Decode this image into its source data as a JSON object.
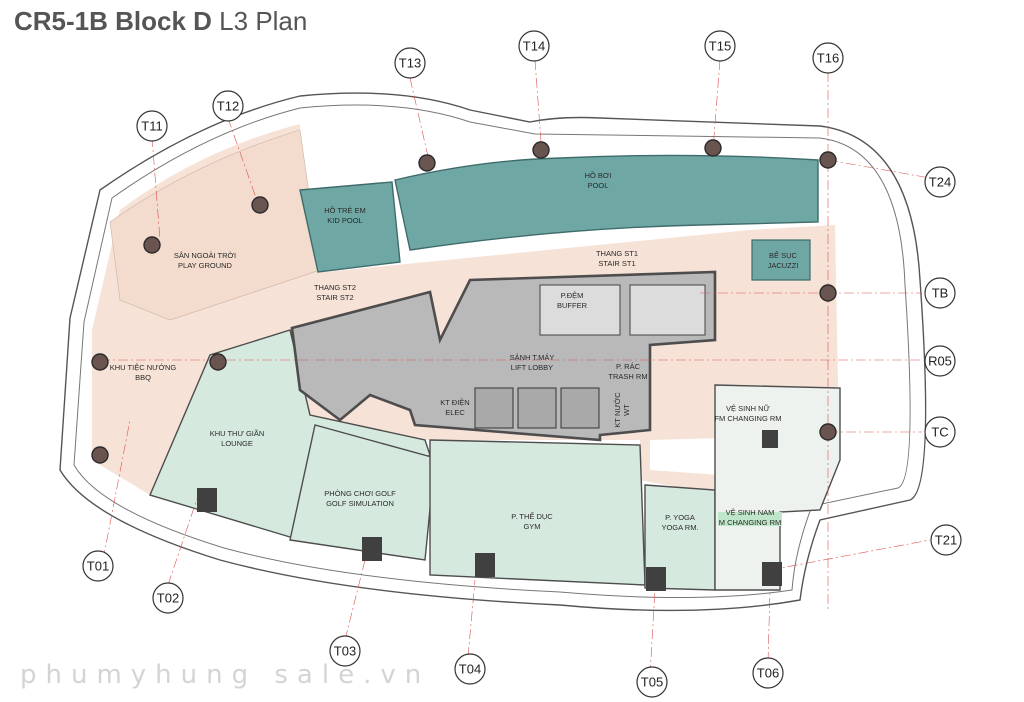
{
  "title": {
    "bold": "CR5-1B Block D",
    "rest": "L3 Plan"
  },
  "watermark": "phumyhung sale.vn",
  "grid_labels": [
    "T01",
    "T02",
    "T03",
    "T04",
    "T05",
    "T06",
    "T11",
    "T12",
    "T13",
    "T14",
    "T15",
    "T16",
    "T24",
    "TB",
    "R05",
    "TC",
    "T21"
  ],
  "rooms": {
    "kid_pool": [
      "HỒ TRẺ EM",
      "KID POOL"
    ],
    "pool": [
      "HỒ BƠI",
      "POOL"
    ],
    "playground": [
      "SÂN NGOÀI TRỜI",
      "PLAY GROUND"
    ],
    "stair_st2": [
      "THANG ST2",
      "STAIR ST2"
    ],
    "stair_st1": [
      "THANG ST1",
      "STAIR ST1"
    ],
    "buffer": [
      "P.ĐỆM",
      "BUFFER"
    ],
    "jacuzzi": [
      "BỂ SỤC",
      "JACUZZI"
    ],
    "lift_lobby": [
      "SẢNH T.MÁY",
      "LIFT LOBBY"
    ],
    "trash": [
      "P. RÁC",
      "TRASH RM"
    ],
    "bbq": [
      "KHU TIỆC NƯỚNG",
      "BBQ"
    ],
    "lounge": [
      "KHU THƯ GIÃN",
      "LOUNGE"
    ],
    "elec": [
      "KT ĐIỆN",
      "ELEC"
    ],
    "wt": [
      "KT NƯỚC",
      "WT"
    ],
    "fm_changing": [
      "VỆ SINH NỮ",
      "FM CHANGING RM"
    ],
    "m_changing": [
      "VỆ SINH NAM",
      "M CHANGING RM"
    ],
    "golf": [
      "PHÒNG CHƠI GOLF",
      "GOLF SIMULATION"
    ],
    "gym": [
      "P. THỂ DỤC",
      "GYM"
    ],
    "yoga": [
      "P. YOGA",
      "YOGA RM."
    ]
  },
  "colors": {
    "pool": "#6fa7a5",
    "deck": "#f5e3d8",
    "lounge": "#d5e9df",
    "core": "#b9b9b9",
    "wall": "#4d4d4d",
    "column": "#6a5450",
    "grid_line": "#d9534f"
  }
}
